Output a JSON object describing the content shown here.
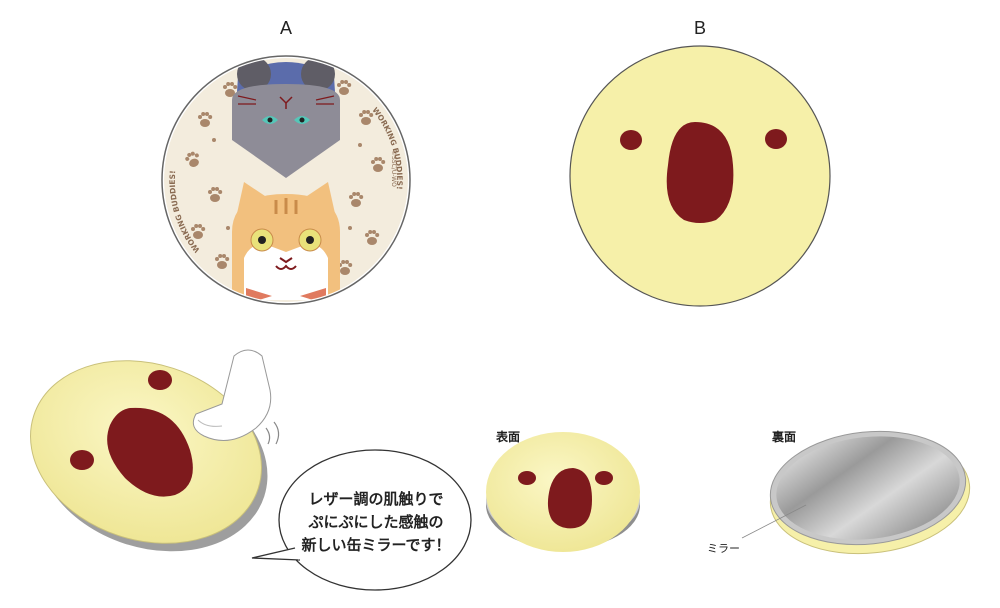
{
  "design_a": {
    "label": "A",
    "ring_text_left": "WORKING BUDDIES!",
    "ring_text_right": "WORKING BUDDIES!",
    "copyright": "©SSC/U-WO"
  },
  "design_b": {
    "label": "B"
  },
  "front": {
    "label": "表面"
  },
  "back": {
    "label": "裏面",
    "mirror_label": "ミラー"
  },
  "bubble": {
    "lines": [
      "レザー調の肌触りで",
      "ぷにぷにした感触の",
      "新しい缶ミラーです！"
    ]
  },
  "colors": {
    "cream": "#f6f0a9",
    "dark_red": "#7e1a1d",
    "paw_bg": "#f3ecdd",
    "paw": "#a9876b",
    "gray_cat": "#8e8c97",
    "orange_cat": "#f2c07e"
  }
}
